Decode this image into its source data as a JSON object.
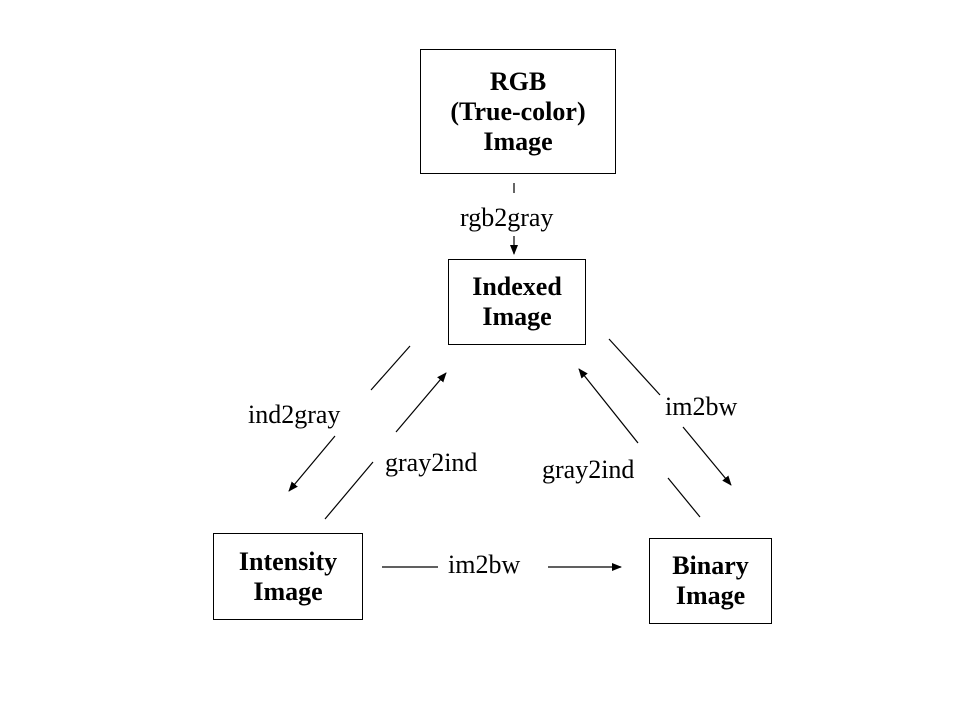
{
  "nodes": {
    "rgb": {
      "line1": "RGB",
      "line2": "(True-color)",
      "line3": "Image"
    },
    "indexed": {
      "line1": "Indexed",
      "line2": "Image"
    },
    "intensity": {
      "line1": "Intensity",
      "line2": "Image"
    },
    "binary": {
      "line1": "Binary",
      "line2": "Image"
    }
  },
  "edges": {
    "rgb_to_indexed": "rgb2gray",
    "indexed_to_intensity": "ind2gray",
    "intensity_to_indexed": "gray2ind",
    "binary_to_indexed": "gray2ind",
    "indexed_to_binary": "im2bw",
    "intensity_to_binary": "im2bw"
  },
  "colors": {
    "line": "#000000",
    "background": "#ffffff"
  }
}
